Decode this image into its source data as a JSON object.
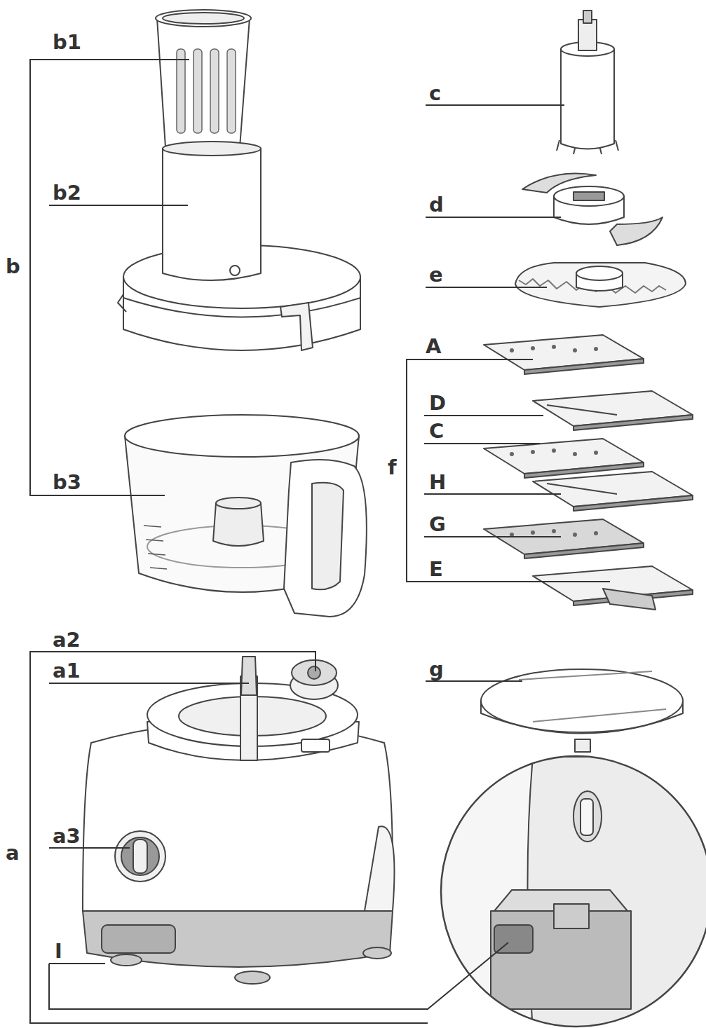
{
  "diagram": {
    "labels": [
      "b1",
      "b2",
      "b",
      "b3",
      "a2",
      "a1",
      "a3",
      "a",
      "I",
      "c",
      "d",
      "e",
      "A",
      "D",
      "C",
      "f",
      "H",
      "G",
      "E",
      "g"
    ]
  }
}
